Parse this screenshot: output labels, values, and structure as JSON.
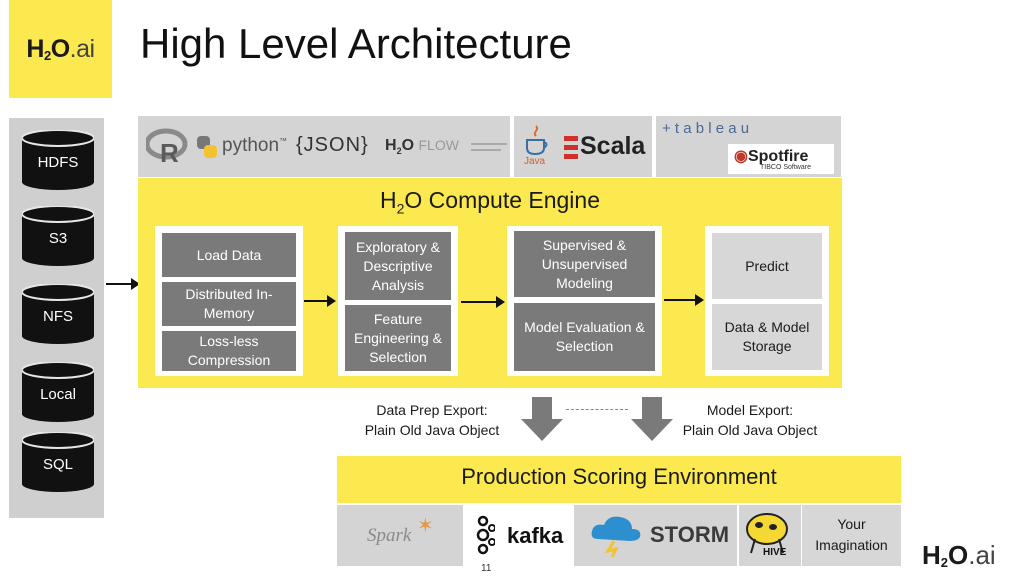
{
  "brand": {
    "logo_h": "H",
    "logo_sub": "2",
    "logo_o": "O",
    "logo_ai": ".ai"
  },
  "title": "High Level Architecture",
  "storage": [
    "HDFS",
    "S3",
    "NFS",
    "Local",
    "SQL"
  ],
  "clients": {
    "python": "python",
    "python_tm": "™",
    "json": "{JSON}",
    "flow_h": "H",
    "flow_sub": "2",
    "flow_o": "O",
    "flow": "FLOW",
    "java": "Java",
    "scala": "Scala",
    "tableau": "+ t a b l e a u",
    "spotfire": "Spotfire",
    "spotfire_sub": "TIBCO Software"
  },
  "engine": {
    "title_pre": "H",
    "title_sub": "2",
    "title_post": "O Compute Engine",
    "group1": [
      "Load Data",
      "Distributed In-Memory",
      "Loss-less Compression"
    ],
    "group2": [
      "Exploratory & Descriptive Analysis",
      "Feature Engineering & Selection"
    ],
    "group3": [
      "Supervised & Unsupervised Modeling",
      "Model Evaluation & Selection"
    ],
    "group4": [
      "Predict",
      "Data & Model Storage"
    ]
  },
  "exports": {
    "data_prep_1": "Data Prep Export:",
    "data_prep_2": "Plain Old Java Object",
    "model_1": "Model Export:",
    "model_2": "Plain Old Java Object"
  },
  "production": {
    "title": "Production Scoring Environment",
    "spark": "Spark",
    "kafka": "kafka",
    "storm": "STORM",
    "hive": "HIVE",
    "your_1": "Your",
    "your_2": "Imagination"
  },
  "page_number": "11"
}
